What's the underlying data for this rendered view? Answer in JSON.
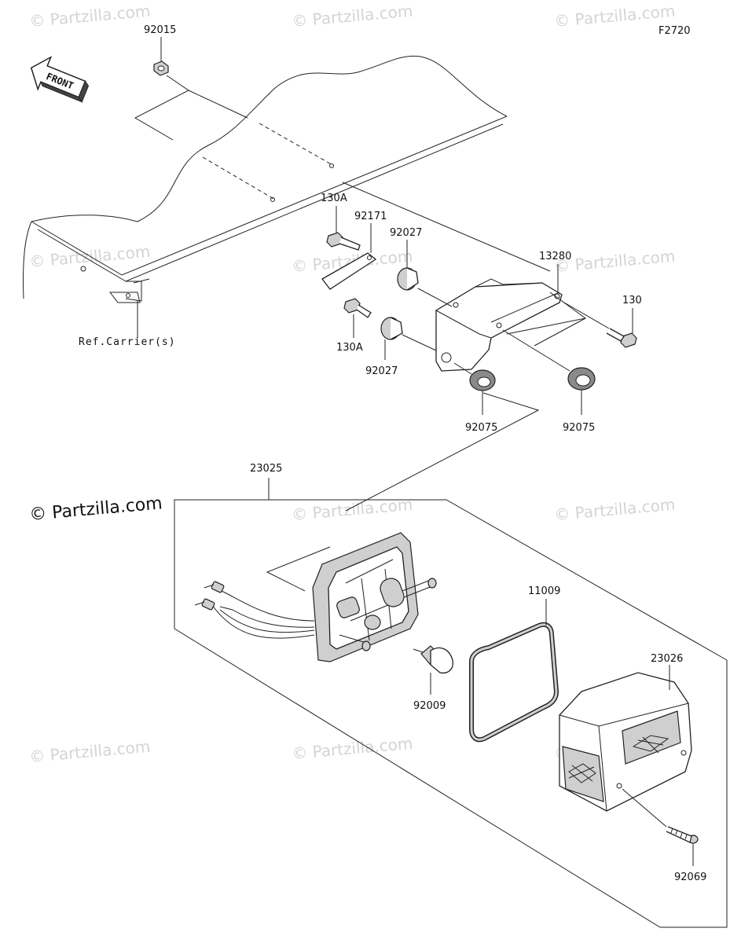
{
  "diagram": {
    "code": "F2720",
    "copyright": "© Partzilla.com",
    "watermark": "© Partzilla.com",
    "front_label": "FRONT",
    "ref_label": "Ref.Carrier(s)"
  },
  "callouts": [
    {
      "id": "92015",
      "label": "92015"
    },
    {
      "id": "130A-top",
      "label": "130A"
    },
    {
      "id": "92171",
      "label": "92171"
    },
    {
      "id": "92027-top",
      "label": "92027"
    },
    {
      "id": "13280",
      "label": "13280"
    },
    {
      "id": "130",
      "label": "130"
    },
    {
      "id": "130A-bottom",
      "label": "130A"
    },
    {
      "id": "92027-bottom",
      "label": "92027"
    },
    {
      "id": "92075-left",
      "label": "92075"
    },
    {
      "id": "92075-right",
      "label": "92075"
    },
    {
      "id": "23025",
      "label": "23025"
    },
    {
      "id": "11009",
      "label": "11009"
    },
    {
      "id": "23026",
      "label": "23026"
    },
    {
      "id": "92069",
      "label": "92069"
    },
    {
      "id": "92009",
      "label": "92009"
    }
  ]
}
